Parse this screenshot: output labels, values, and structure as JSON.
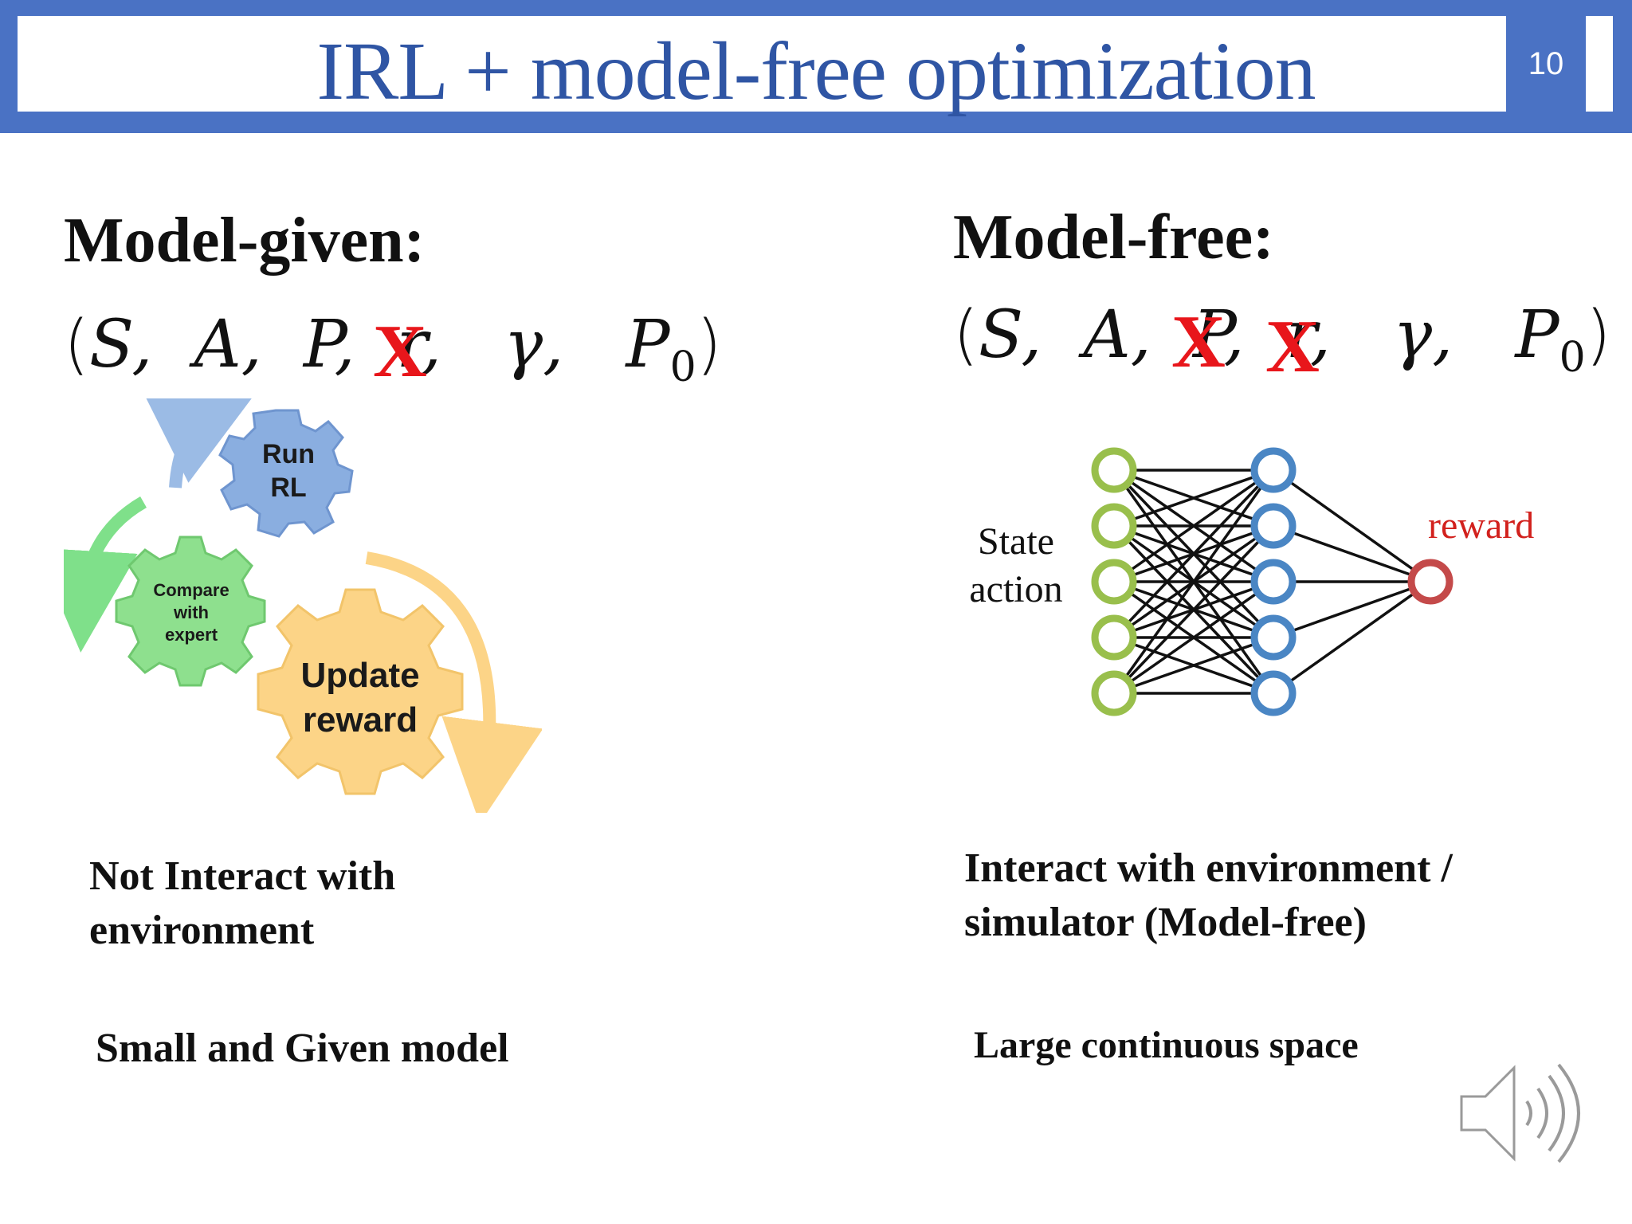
{
  "slide": {
    "title": "IRL + model-free optimization",
    "number": "10"
  },
  "left": {
    "heading": "Model-given:",
    "formula": {
      "open": "(",
      "S": "S,",
      "A": "A,",
      "P": "P,",
      "R": "r,",
      "gamma": "γ,",
      "P0": "P",
      "P0_sub": "0",
      "close": ")"
    },
    "crossed_mark": "X",
    "cycle": {
      "gear_run": [
        "Run",
        "RL"
      ],
      "gear_compare": [
        "Compare",
        "with",
        "expert"
      ],
      "gear_update": [
        "Update",
        "reward"
      ]
    },
    "text1_line1": "Not Interact with",
    "text1_line2": "environment",
    "text2": "Small and Given model"
  },
  "right": {
    "heading": "Model-free:",
    "formula": {
      "open": "(",
      "S": "S,",
      "A": "A,",
      "P": "P,",
      "R": "r,",
      "gamma": "γ,",
      "P0": "P",
      "P0_sub": "0",
      "close": ")"
    },
    "crossed_mark_1": "X",
    "crossed_mark_2": "X",
    "network": {
      "input_label_1": "State",
      "input_label_2": "action",
      "output_label": "reward"
    },
    "text1_line1": "Interact with environment  /",
    "text1_line2": "simulator (Model-free)",
    "text2": "Large continuous space"
  },
  "colors": {
    "title_blue": "#2f55a4",
    "bar_blue": "#4a72c4",
    "x_red": "#e8161b",
    "gear_blue": "#8aaee0",
    "gear_green": "#8ee08e",
    "gear_yellow": "#fcd487",
    "node_green": "#99bf4c",
    "node_blue": "#4a86c4",
    "node_red": "#c44a4a"
  },
  "icons": [
    "speaker-icon",
    "gear-icon",
    "cycle-arrow-icon"
  ]
}
